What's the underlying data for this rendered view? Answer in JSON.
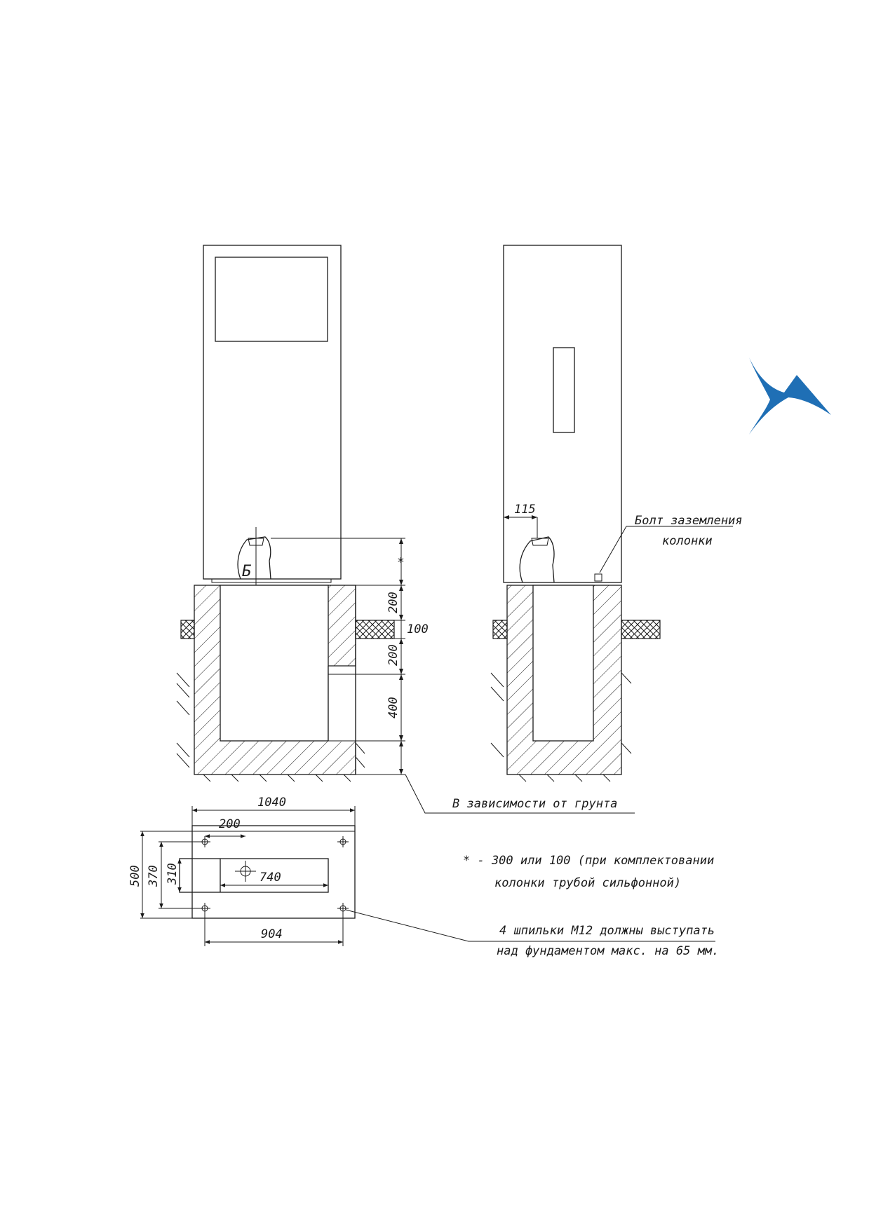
{
  "dimensions": {
    "asterisk": "*",
    "d200_top": "200",
    "d100": "100",
    "d200_mid": "200",
    "d400": "400",
    "d115": "115",
    "d1040": "1040",
    "d200_plan": "200",
    "d500": "500",
    "d370": "370",
    "d310": "310",
    "d740": "740",
    "d904": "904"
  },
  "labels": {
    "section_mark": "Б",
    "ground_bolt_line1": "Болт заземления",
    "ground_bolt_line2": "колонки",
    "depends_on_soil": "В зависимости от грунта",
    "note_asterisk_line1": "* - 300 или 100 (при комплектовании",
    "note_asterisk_line2": "колонки трубой сильфонной)",
    "note_studs_line1": "4 шпильки М12 должны выступать",
    "note_studs_line2": "над фундаментом макс. на 65 мм."
  },
  "logo": {
    "color": "#1f6fb5",
    "icon": "bird-logo"
  }
}
